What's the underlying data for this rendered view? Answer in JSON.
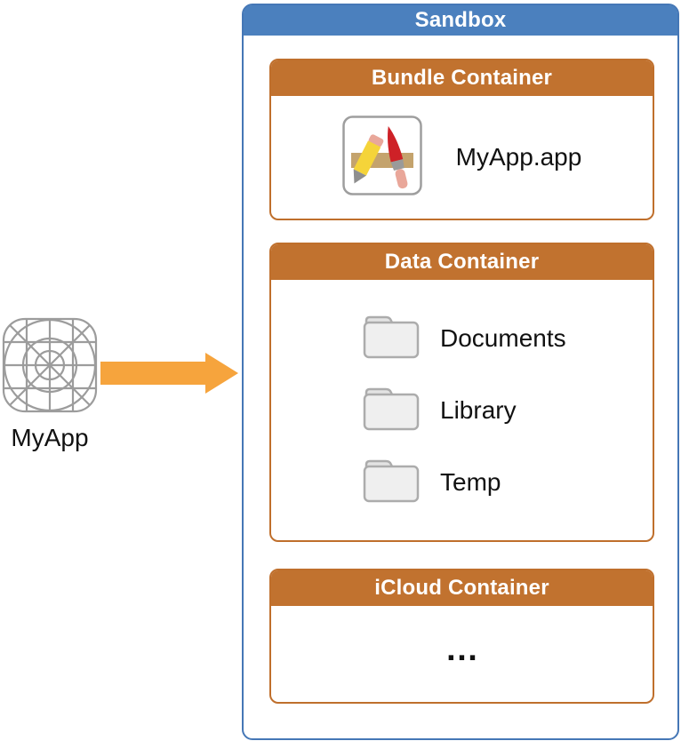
{
  "app": {
    "label": "MyApp",
    "icon": "app-grid-template-icon"
  },
  "arrow": {
    "direction": "right",
    "color": "#F6A43D"
  },
  "sandbox": {
    "title": "Sandbox",
    "colors": {
      "header_bg": "#4B80BE",
      "border": "#4577B6"
    },
    "container_colors": {
      "header_bg": "#C1722F",
      "border": "#BF6F2C"
    },
    "containers": [
      {
        "title": "Bundle Container",
        "items": [
          {
            "icon": "app-store-icon",
            "label": "MyApp.app"
          }
        ]
      },
      {
        "title": "Data Container",
        "items": [
          {
            "icon": "folder-icon",
            "label": "Documents"
          },
          {
            "icon": "folder-icon",
            "label": "Library"
          },
          {
            "icon": "folder-icon",
            "label": "Temp"
          }
        ]
      },
      {
        "title": "iCloud Container",
        "placeholder": "…"
      }
    ]
  }
}
